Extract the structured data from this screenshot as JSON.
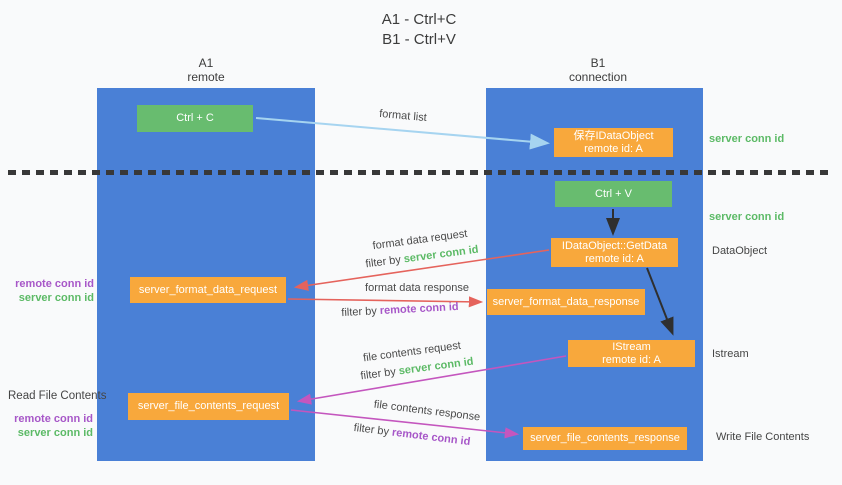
{
  "title": {
    "line1": "A1 - Ctrl+C",
    "line2": "B1 - Ctrl+V"
  },
  "lanes": {
    "left": {
      "name": "A1",
      "role": "remote"
    },
    "right": {
      "name": "B1",
      "role": "connection"
    }
  },
  "boxes": {
    "ctrl_c": {
      "label": "Ctrl + C"
    },
    "save_idataobject": {
      "line1": "保存IDataObject",
      "line2": "remote id: A"
    },
    "ctrl_v": {
      "label": "Ctrl + V"
    },
    "idataobject_getdata": {
      "line1": "IDataObject::GetData",
      "line2": "remote id: A"
    },
    "server_format_data_request": {
      "label": "server_format_data_request"
    },
    "server_format_data_response": {
      "label": "server_format_data_response"
    },
    "istream": {
      "line1": "IStream",
      "line2": "remote id: A"
    },
    "server_file_contents_request": {
      "label": "server_file_contents_request"
    },
    "server_file_contents_response": {
      "label": "server_file_contents_response"
    }
  },
  "arrow_labels": {
    "format_list": "format list",
    "format_data_request": "format data request",
    "format_data_response": "format data response",
    "file_contents_request": "file contents request",
    "file_contents_response": "file contents response",
    "filter_by": "filter by",
    "server_conn_id": "server conn id",
    "remote_conn_id": "remote conn id"
  },
  "side_labels": {
    "server_conn_id_top": "server conn id",
    "server_conn_id_mid": "server conn id",
    "dataobject": "DataObject",
    "istream": "Istream",
    "write_file_contents": "Write File Contents",
    "read_file_contents": "Read File Contents",
    "format_remote_conn_id": "remote conn id",
    "format_server_conn_id": "server conn id",
    "file_remote_conn_id": "remote conn id",
    "file_server_conn_id": "server conn id"
  },
  "colors": {
    "lane_blue": "#4a80d6",
    "box_orange": "#f8a83c",
    "box_green": "#68bc6f",
    "arrow_red": "#e5635c",
    "arrow_magenta": "#c456be",
    "arrow_light_blue": "#a6d4f0",
    "arrow_black": "#2f2f2f",
    "text_green": "#5cba66",
    "text_purple": "#a757c8",
    "text_dark": "#454545"
  }
}
